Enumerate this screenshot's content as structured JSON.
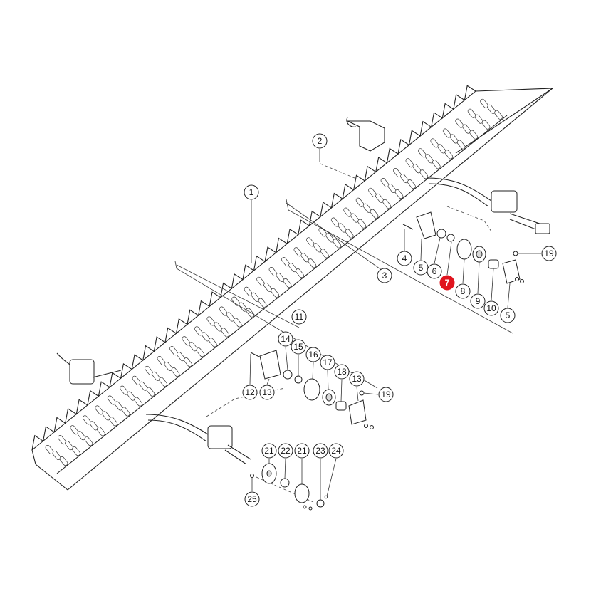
{
  "diagram": {
    "highlight_color": "#e0141e",
    "callouts": [
      {
        "id": "c1",
        "label": "1"
      },
      {
        "id": "c2",
        "label": "2"
      },
      {
        "id": "c3",
        "label": "3"
      },
      {
        "id": "c4",
        "label": "4"
      },
      {
        "id": "c5a",
        "label": "5"
      },
      {
        "id": "c6",
        "label": "6"
      },
      {
        "id": "c7",
        "label": "7",
        "highlighted": true
      },
      {
        "id": "c8",
        "label": "8"
      },
      {
        "id": "c9",
        "label": "9"
      },
      {
        "id": "c10",
        "label": "10"
      },
      {
        "id": "c5b",
        "label": "5"
      },
      {
        "id": "c19a",
        "label": "19"
      },
      {
        "id": "c11",
        "label": "11"
      },
      {
        "id": "c14",
        "label": "14"
      },
      {
        "id": "c15",
        "label": "15"
      },
      {
        "id": "c16",
        "label": "16"
      },
      {
        "id": "c17",
        "label": "17"
      },
      {
        "id": "c18",
        "label": "18"
      },
      {
        "id": "c13a",
        "label": "13"
      },
      {
        "id": "c19b",
        "label": "19"
      },
      {
        "id": "c12",
        "label": "12"
      },
      {
        "id": "c13b",
        "label": "13"
      },
      {
        "id": "c21a",
        "label": "21"
      },
      {
        "id": "c22",
        "label": "22"
      },
      {
        "id": "c21b",
        "label": "21"
      },
      {
        "id": "c23",
        "label": "23"
      },
      {
        "id": "c24",
        "label": "24"
      },
      {
        "id": "c25",
        "label": "25"
      }
    ]
  }
}
